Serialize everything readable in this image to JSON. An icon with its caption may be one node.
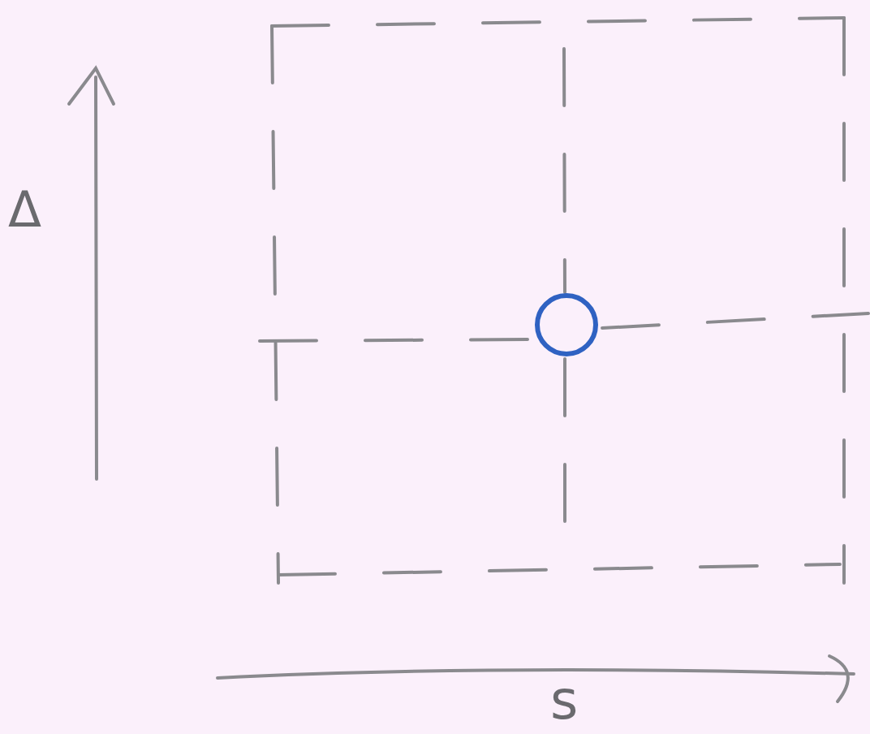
{
  "diagram": {
    "nodes": [
      {
        "text": [],
        "shape": "circle"
      }
    ],
    "labels": [
      "Δ",
      "s"
    ]
  }
}
